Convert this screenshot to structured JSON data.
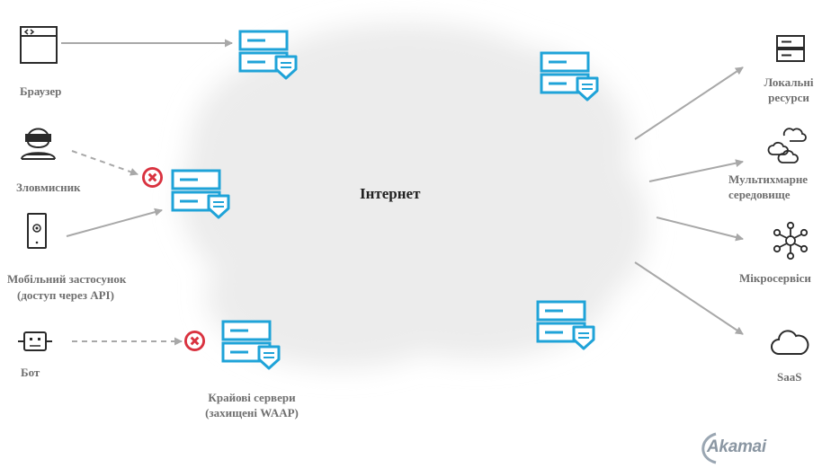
{
  "center_label": "Інтернет",
  "sources": {
    "browser": "Браузер",
    "attacker": "Зловмисник",
    "mobile_line1": "Мобільний застосунок",
    "mobile_line2": "(доступ через API)",
    "bot": "Бот"
  },
  "edge_servers": {
    "line1": "Крайові сервери",
    "line2": "(захищені WAAP)"
  },
  "destinations": {
    "local_line1": "Локальні",
    "local_line2": "ресурси",
    "multicloud_line1": "Мультихмарне",
    "multicloud_line2": "середовище",
    "microservices": "Мікросервіси",
    "saas": "SaaS"
  },
  "brand": "Akamai",
  "colors": {
    "server": "#1fa3d8",
    "block": "#d9323f",
    "arrow": "#a8a8a8",
    "icon": "#2a2a2a",
    "cloud": "#ececec"
  }
}
